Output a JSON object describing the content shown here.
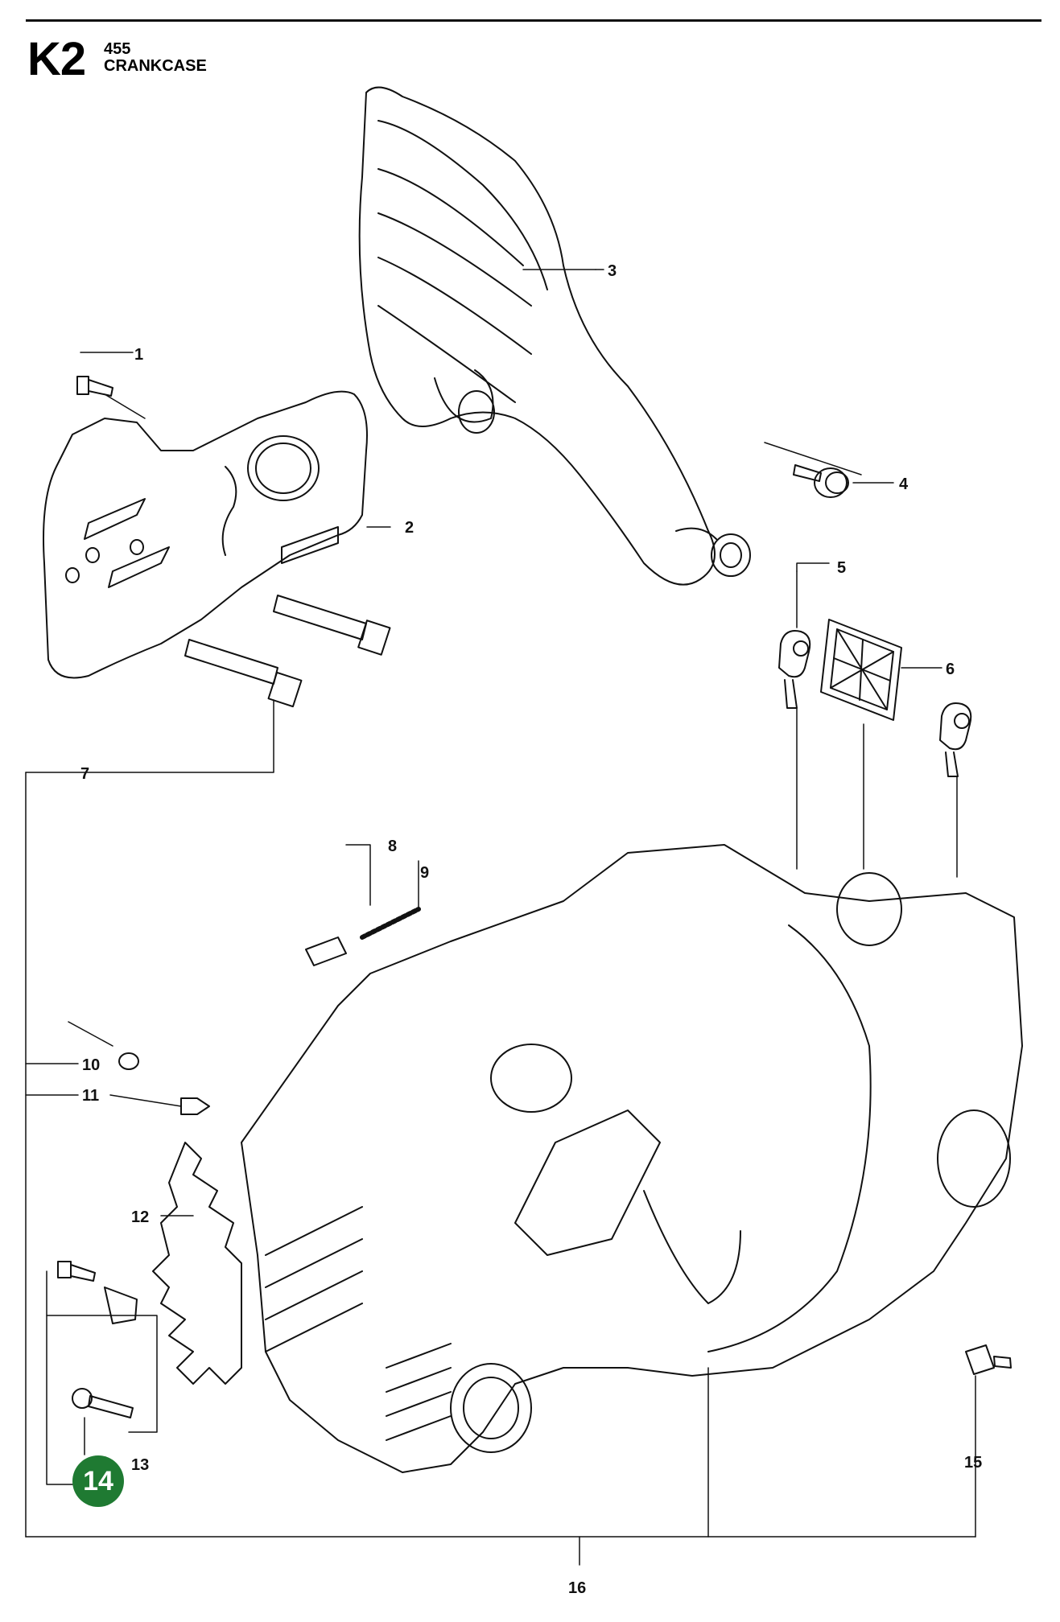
{
  "header": {
    "code": "K2",
    "model": "455",
    "title": "CRANKCASE"
  },
  "parts": [
    {
      "num": "1"
    },
    {
      "num": "2"
    },
    {
      "num": "3"
    },
    {
      "num": "4"
    },
    {
      "num": "5"
    },
    {
      "num": "6"
    },
    {
      "num": "7"
    },
    {
      "num": "8"
    },
    {
      "num": "9"
    },
    {
      "num": "10"
    },
    {
      "num": "11"
    },
    {
      "num": "12"
    },
    {
      "num": "13"
    },
    {
      "num": "14",
      "highlighted": true
    },
    {
      "num": "15"
    },
    {
      "num": "16"
    }
  ],
  "colors": {
    "line": "#111111",
    "highlight": "#1f7a32",
    "highlight_text": "#ffffff"
  }
}
